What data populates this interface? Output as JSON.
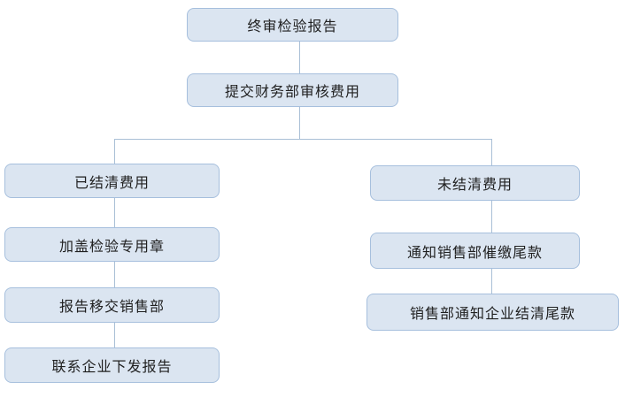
{
  "diagram": {
    "type": "flowchart",
    "colors": {
      "background": "#ffffff",
      "node_fill": "#dbe5f1",
      "node_border": "#a6bfdd",
      "connector": "#a9bfd6",
      "text": "#1f1f1f"
    },
    "nodes": [
      {
        "id": "node-final-report",
        "label": "终审检验报告"
      },
      {
        "id": "node-submit-finance-review",
        "label": "提交财务部审核费用"
      },
      {
        "id": "node-fees-settled",
        "label": "已结清费用"
      },
      {
        "id": "node-stamp-inspection-seal",
        "label": "加盖检验专用章"
      },
      {
        "id": "node-report-to-sales",
        "label": "报告移交销售部"
      },
      {
        "id": "node-contact-enterprise-issue",
        "label": "联系企业下发报告"
      },
      {
        "id": "node-fees-unsettled",
        "label": "未结清费用"
      },
      {
        "id": "node-notify-sales-collect",
        "label": "通知销售部催缴尾款"
      },
      {
        "id": "node-sales-notify-settle",
        "label": "销售部通知企业结清尾款"
      }
    ],
    "edges": [
      {
        "from": "node-final-report",
        "to": "node-submit-finance-review"
      },
      {
        "from": "node-submit-finance-review",
        "to": "node-fees-settled"
      },
      {
        "from": "node-submit-finance-review",
        "to": "node-fees-unsettled"
      },
      {
        "from": "node-fees-settled",
        "to": "node-stamp-inspection-seal"
      },
      {
        "from": "node-stamp-inspection-seal",
        "to": "node-report-to-sales"
      },
      {
        "from": "node-report-to-sales",
        "to": "node-contact-enterprise-issue"
      },
      {
        "from": "node-fees-unsettled",
        "to": "node-notify-sales-collect"
      },
      {
        "from": "node-notify-sales-collect",
        "to": "node-sales-notify-settle"
      }
    ]
  }
}
